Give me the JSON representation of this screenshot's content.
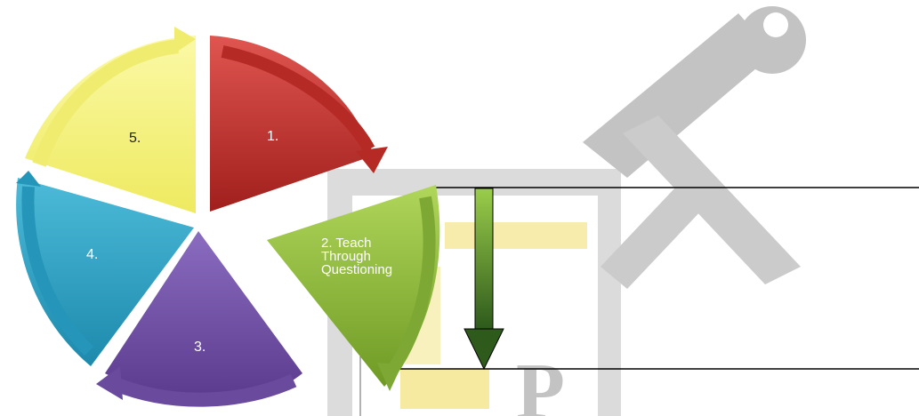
{
  "segments": [
    {
      "id": "seg-1",
      "label": "1.",
      "color": "#c0392b"
    },
    {
      "id": "seg-2",
      "label_lines": [
        "2.  Teach",
        "Through",
        "Questioning"
      ],
      "color": "#8cb43c"
    },
    {
      "id": "seg-3",
      "label": "3.",
      "color": "#6f4ea0"
    },
    {
      "id": "seg-4",
      "label": "4.",
      "color": "#2aa2c4"
    },
    {
      "id": "seg-5",
      "label": "5.",
      "color": "#f6f37c"
    }
  ],
  "colors": {
    "watermark": "#bdbdbd",
    "watermark_accent": "#f3e27a",
    "arrow_down_top": "#9acd4a",
    "arrow_down_bottom": "#2e5a1c",
    "lines": "#000000"
  },
  "watermark_text": "P"
}
